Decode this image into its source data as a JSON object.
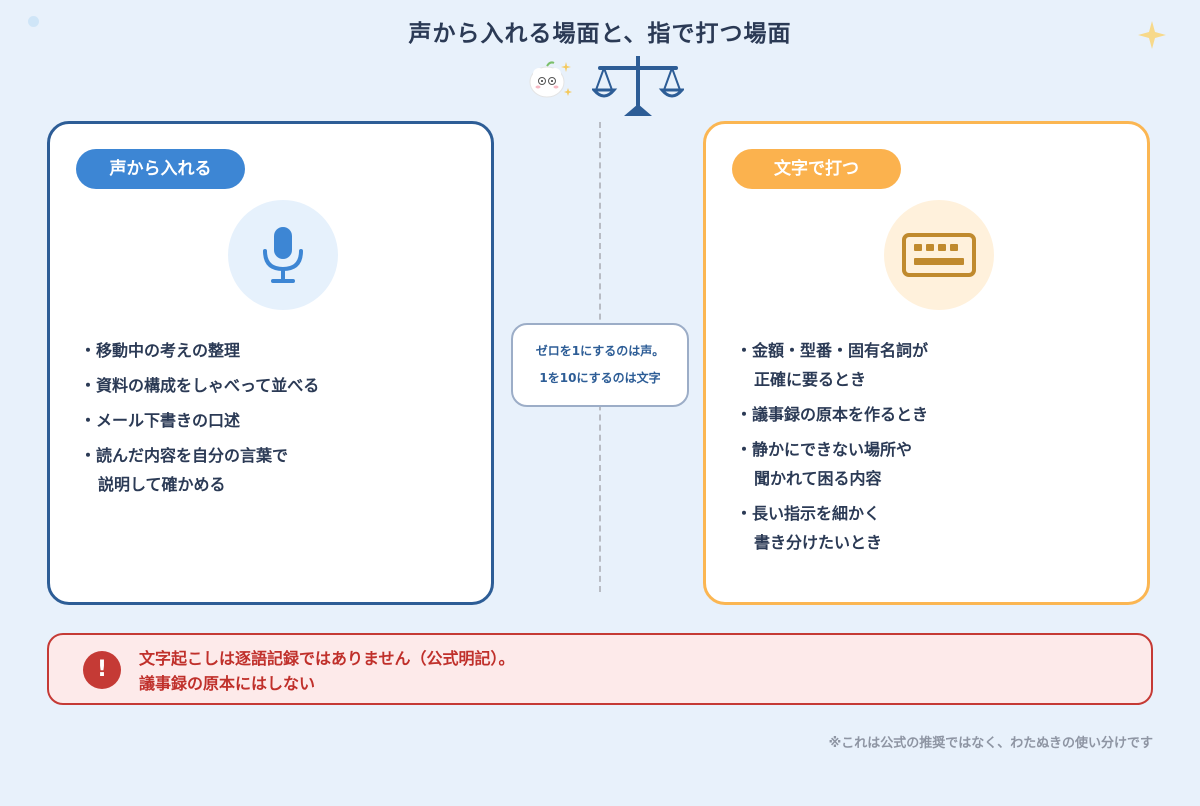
{
  "title": "声から入れる場面と、指で打つ場面",
  "left_card": {
    "label": "声から入れる",
    "icon": "microphone-icon",
    "items": [
      {
        "line1": "移動中の考えの整理",
        "line2": ""
      },
      {
        "line1": "資料の構成をしゃべって並べる",
        "line2": ""
      },
      {
        "line1": "メール下書きの口述",
        "line2": ""
      },
      {
        "line1": "読んだ内容を自分の言葉で",
        "line2": "説明して確かめる"
      }
    ]
  },
  "right_card": {
    "label": "文字で打つ",
    "icon": "keyboard-icon",
    "items": [
      {
        "line1": "金額・型番・固有名詞が",
        "line2": "正確に要るとき"
      },
      {
        "line1": "議事録の原本を作るとき",
        "line2": ""
      },
      {
        "line1": "静かにできない場所や",
        "line2": "聞かれて困る内容"
      },
      {
        "line1": "長い指示を細かく",
        "line2": "書き分けたいとき"
      }
    ]
  },
  "center": {
    "line1": "ゼロを1にするのは声。",
    "line2": "1を10にするのは文字"
  },
  "warning": {
    "icon": "exclamation-icon",
    "icon_glyph": "!",
    "line1": "文字起こしは逐語記録ではありません（公式明記）。",
    "line2": "議事録の原本にはしない"
  },
  "footnote": "※これは公式の推奨ではなく、わたぬきの使い分けです",
  "colors": {
    "navy": "#2d5d96",
    "blue_accent": "#3d86d4",
    "orange_accent": "#fbb24e",
    "warning_red": "#c53a35",
    "background": "#e8f1fb"
  }
}
